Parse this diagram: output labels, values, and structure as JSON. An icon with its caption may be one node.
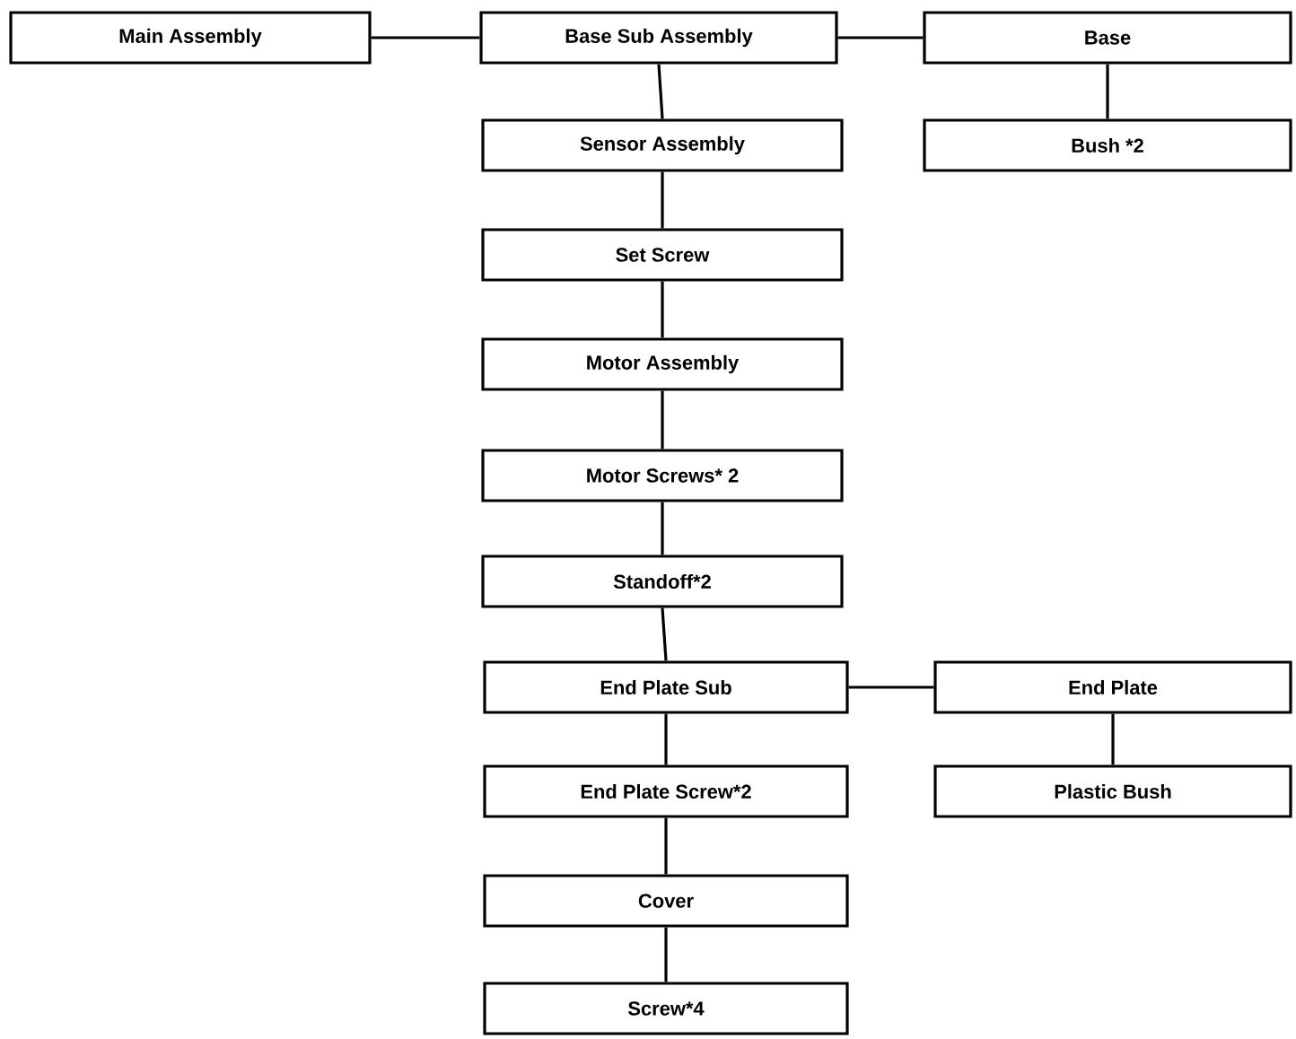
{
  "diagram": {
    "nodes": [
      {
        "text": [
          "Main Assembly"
        ]
      },
      {
        "text": [
          "Base Sub Assembly"
        ]
      },
      {
        "text": [
          "Base"
        ]
      },
      {
        "text": [
          "Bush *2"
        ]
      },
      {
        "text": [
          "Sensor Assembly"
        ]
      },
      {
        "text": [
          "Set Screw"
        ]
      },
      {
        "text": [
          "Motor Assembly"
        ]
      },
      {
        "text": [
          "Motor Screws* 2"
        ]
      },
      {
        "text": [
          "Standoff*2"
        ]
      },
      {
        "text": [
          "End Plate Sub"
        ]
      },
      {
        "text": [
          "End Plate"
        ]
      },
      {
        "text": [
          "Plastic Bush"
        ]
      },
      {
        "text": [
          "End Plate Screw*2"
        ]
      },
      {
        "text": [
          "Cover"
        ]
      },
      {
        "text": [
          "Screw*4"
        ]
      }
    ],
    "edges": [
      {
        "from": 0,
        "to": 1,
        "arrow": "none"
      },
      {
        "from": 1,
        "to": 2,
        "arrow": "none"
      },
      {
        "from": 2,
        "to": 3,
        "arrow": "none"
      },
      {
        "from": 1,
        "to": 4,
        "arrow": "none"
      },
      {
        "from": 4,
        "to": 5,
        "arrow": "none"
      },
      {
        "from": 5,
        "to": 6,
        "arrow": "none"
      },
      {
        "from": 6,
        "to": 7,
        "arrow": "none"
      },
      {
        "from": 7,
        "to": 8,
        "arrow": "none"
      },
      {
        "from": 8,
        "to": 9,
        "arrow": "none"
      },
      {
        "from": 9,
        "to": 10,
        "arrow": "none"
      },
      {
        "from": 10,
        "to": 11,
        "arrow": "none"
      },
      {
        "from": 9,
        "to": 12,
        "arrow": "none"
      },
      {
        "from": 12,
        "to": 13,
        "arrow": "none"
      },
      {
        "from": 13,
        "to": 14,
        "arrow": "none"
      }
    ]
  }
}
